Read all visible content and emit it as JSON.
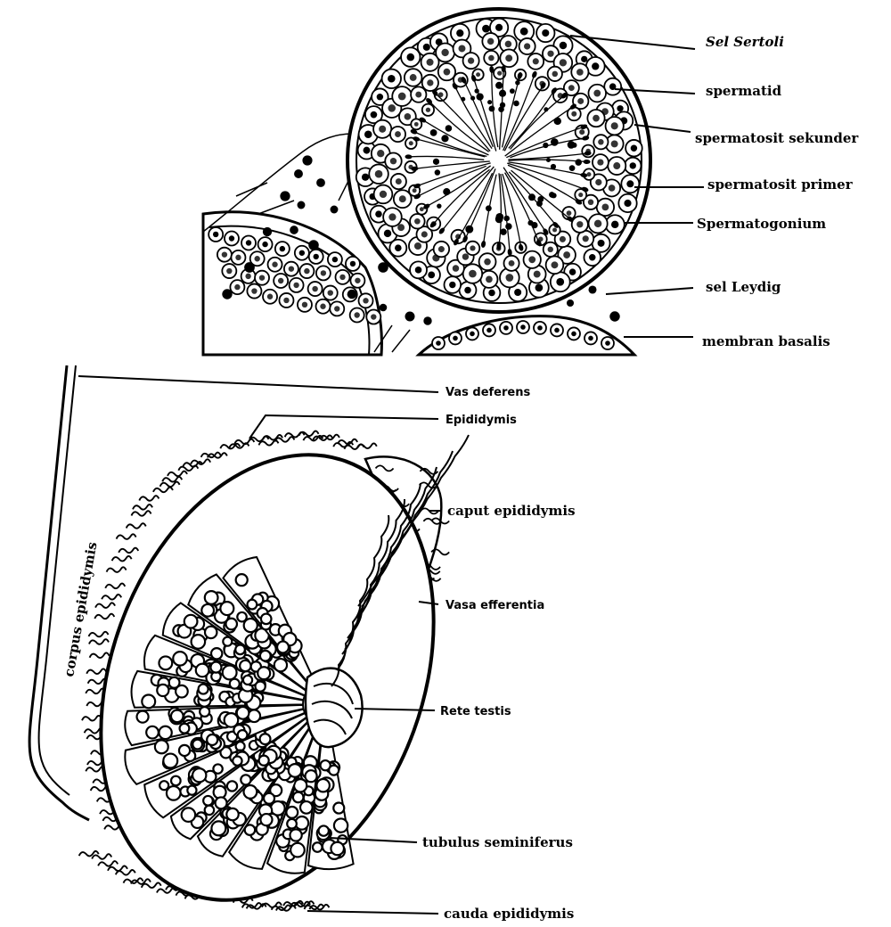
{
  "tubule_labels": {
    "sel_sertoli": "Sel Sertoli",
    "spermatid": "spermatid",
    "spermatosit_sekunder": "spermatosit sekunder",
    "spermatosit_primer": "spermatosit primer",
    "spermatogonium": "Spermatogonium",
    "sel_leydig": "sel Leydig",
    "membran_basalis": "membran basalis"
  },
  "testis_labels": {
    "vas_deferens": "Vas deferens",
    "epididymis": "Epididymis",
    "caput_epididymis": "caput epididymis",
    "vasa_efferentia": "Vasa efferentia",
    "rete_testis": "Rete testis",
    "tubulus_seminiferus": "tubulus seminiferus",
    "cauda_epididymis": "cauda epididymis",
    "corpus_epididymis": "corpus epididymis"
  }
}
